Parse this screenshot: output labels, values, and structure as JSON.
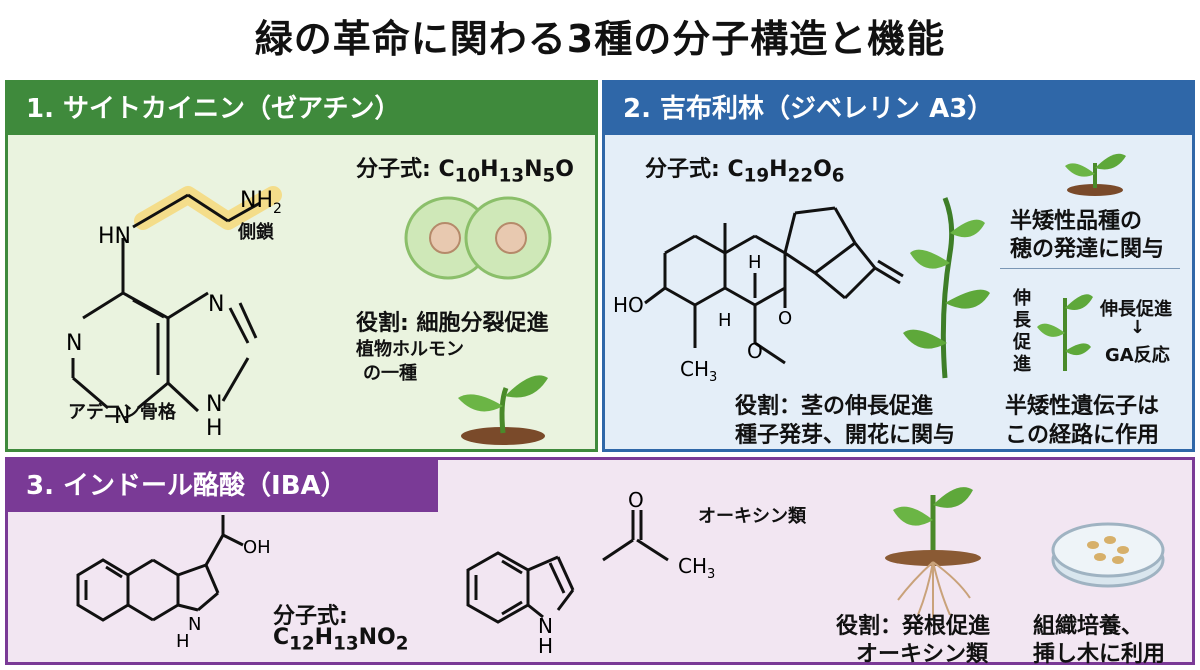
{
  "title": "緑の革命に関わる3種の分子構造と機能",
  "panel1": {
    "header": "1. サイトカイニン（ゼアチン）",
    "formula_label": "分子式:",
    "formula": {
      "c": "10",
      "h": "13",
      "n": "5"
    },
    "role_line1": "役割: 細胞分裂促進",
    "role_line2": "植物ホルモン",
    "role_line3": "の一種",
    "side_chain_label": "側鎖",
    "skeleton_label": "アデニン骨格",
    "atoms": {
      "hn": "HN",
      "nh2": "NH",
      "n": "N",
      "nh_h": "H"
    }
  },
  "panel2": {
    "header": "2. 吉布利林（ジベレリン A3）",
    "formula_label": "分子式:",
    "formula": {
      "c": "19",
      "h": "22",
      "o": "6"
    },
    "role_line1": "役割：茎の伸長促進",
    "role_line2": "種子発芽、開花に関与",
    "right_top_line1": "半矮性品種の",
    "right_top_line2": "穂の発達に関与",
    "elongation_vertical": "伸長促進",
    "arrow_label_top": "伸長促進",
    "arrow": "↓",
    "arrow_label_bottom": "GA反応",
    "right_bottom_line1": "半矮性遺伝子は",
    "right_bottom_line2": "この経路に作用",
    "atoms": {
      "ho": "HO",
      "ch3": "CH",
      "h": "H",
      "o": "O"
    }
  },
  "panel3": {
    "header": "3. インドール酪酸（IBA）",
    "formula_label": "分子式:",
    "formula": {
      "c": "12",
      "h": "13",
      "o": "2"
    },
    "auxin_label": "オーキシン類",
    "role_line1": "役割：発根促進",
    "role_line2": "オーキシン類",
    "use_line1": "組織培養、",
    "use_line2": "挿し木に利用",
    "atoms": {
      "oh": "OH",
      "o": "O",
      "nh_n": "N",
      "nh_h": "H",
      "ch3": "CH"
    }
  }
}
